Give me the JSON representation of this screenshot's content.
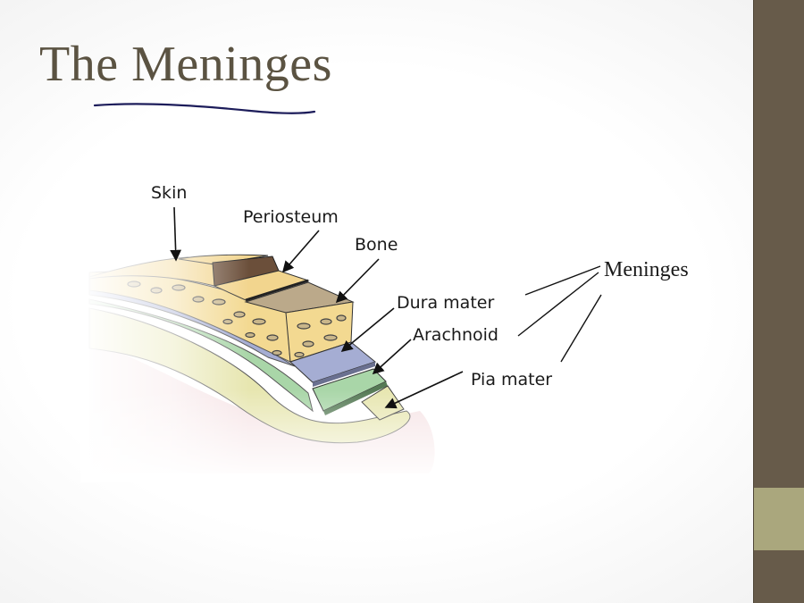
{
  "slide": {
    "title": "The Meninges",
    "colors": {
      "title": "#5b5342",
      "sidebar": "#675b4a",
      "sidebar_accent": "#aaa77d",
      "annotation": "#1c1c5a"
    }
  },
  "diagram": {
    "labels": {
      "skin": "Skin",
      "periosteum": "Periosteum",
      "bone": "Bone",
      "dura_mater": "Dura mater",
      "arachnoid": "Arachnoid",
      "pia_mater": "Pia mater",
      "meninges": "Meninges"
    },
    "colors": {
      "skin": "#f2d58e",
      "skin_cut": "#6b4f3a",
      "bone_top": "#bba98a",
      "bone": "#f3d991",
      "dura": "#a5add3",
      "arachnoid": "#a9d6a8",
      "pia": "#e8e6b0",
      "brain": "#f6e4e6"
    }
  }
}
